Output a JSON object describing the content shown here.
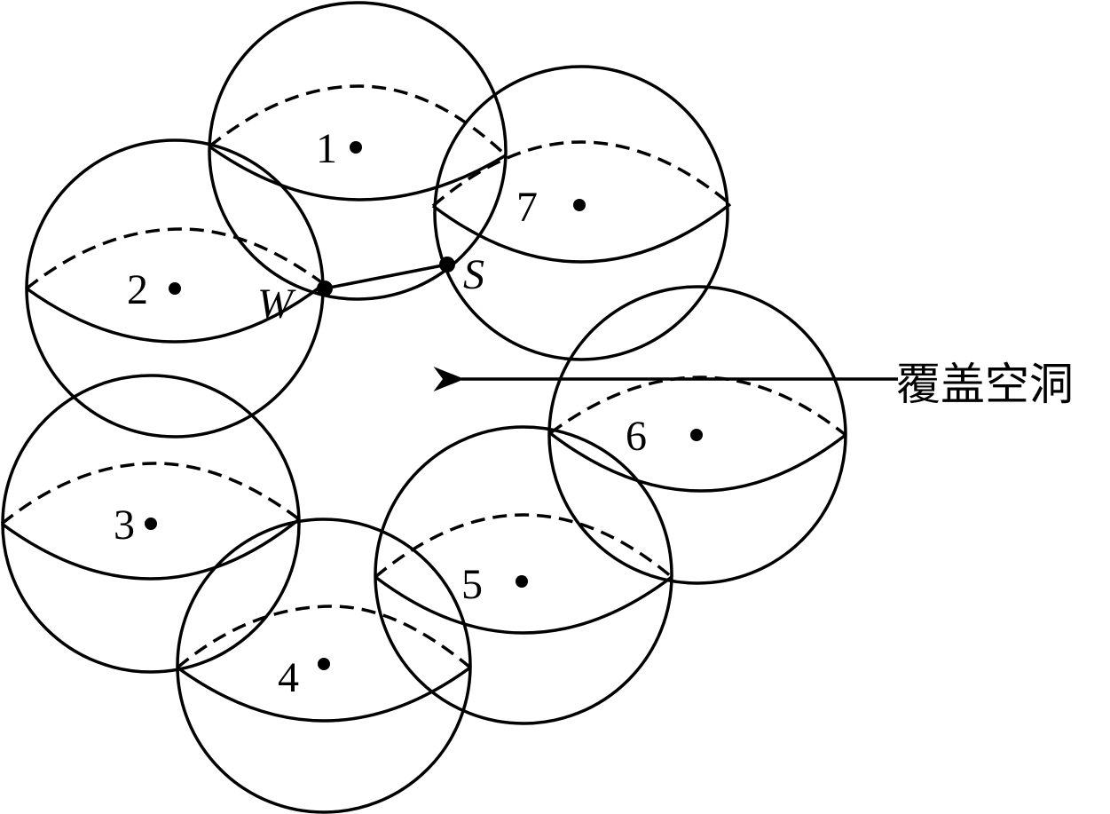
{
  "nodes": [
    {
      "id": "1",
      "label": "1"
    },
    {
      "id": "2",
      "label": "2"
    },
    {
      "id": "3",
      "label": "3"
    },
    {
      "id": "4",
      "label": "4"
    },
    {
      "id": "5",
      "label": "5"
    },
    {
      "id": "6",
      "label": "6"
    },
    {
      "id": "7",
      "label": "7"
    }
  ],
  "points": {
    "w": "W",
    "s": "S"
  },
  "annotation": {
    "label": "覆盖空洞"
  }
}
